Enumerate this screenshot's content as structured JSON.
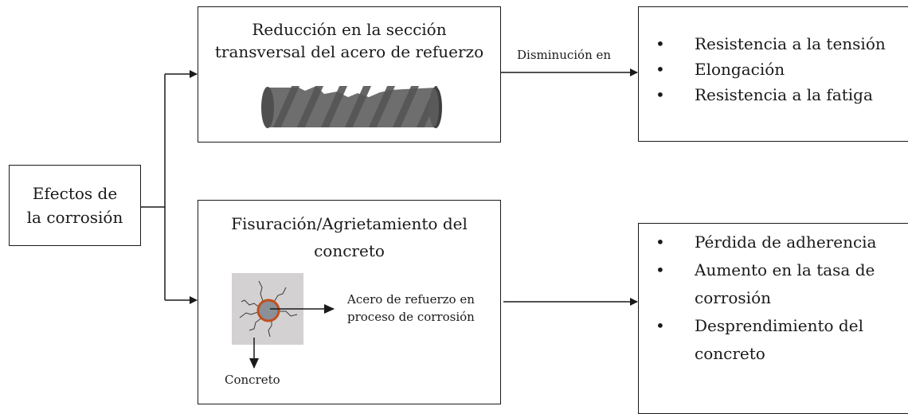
{
  "effects": {
    "line1": "Efectos de",
    "line2": "la corrosión"
  },
  "reduction": {
    "line1": "Reducción en la sección",
    "line2": "transversal del acero de refuerzo"
  },
  "cracking": {
    "line1": "Fisuración/Agrietamiento del",
    "line2": "concreto"
  },
  "arrow_label_top": "Disminución en",
  "acero_label": {
    "line1": "Acero de refuerzo en",
    "line2": "proceso de corrosión"
  },
  "concreto_label": "Concreto",
  "props_top": [
    "Resistencia a la tensión",
    "Elongación",
    "Resistencia a la fatiga"
  ],
  "props_bottom": {
    "item1": "Pérdida de adherencia",
    "item2_line1": "Aumento en la tasa de",
    "item2_line2": "corrosión",
    "item3_line1": "Desprendimiento del",
    "item3_line2": "concreto"
  },
  "bullet": "•",
  "colors": {
    "bar": "#6e6e6e",
    "bar_dark": "#4f4f4f",
    "concrete": "#d3d1d2",
    "rust_ring": "#c0501e",
    "steel_core": "#8a8f98",
    "line": "#1a1a1a"
  }
}
